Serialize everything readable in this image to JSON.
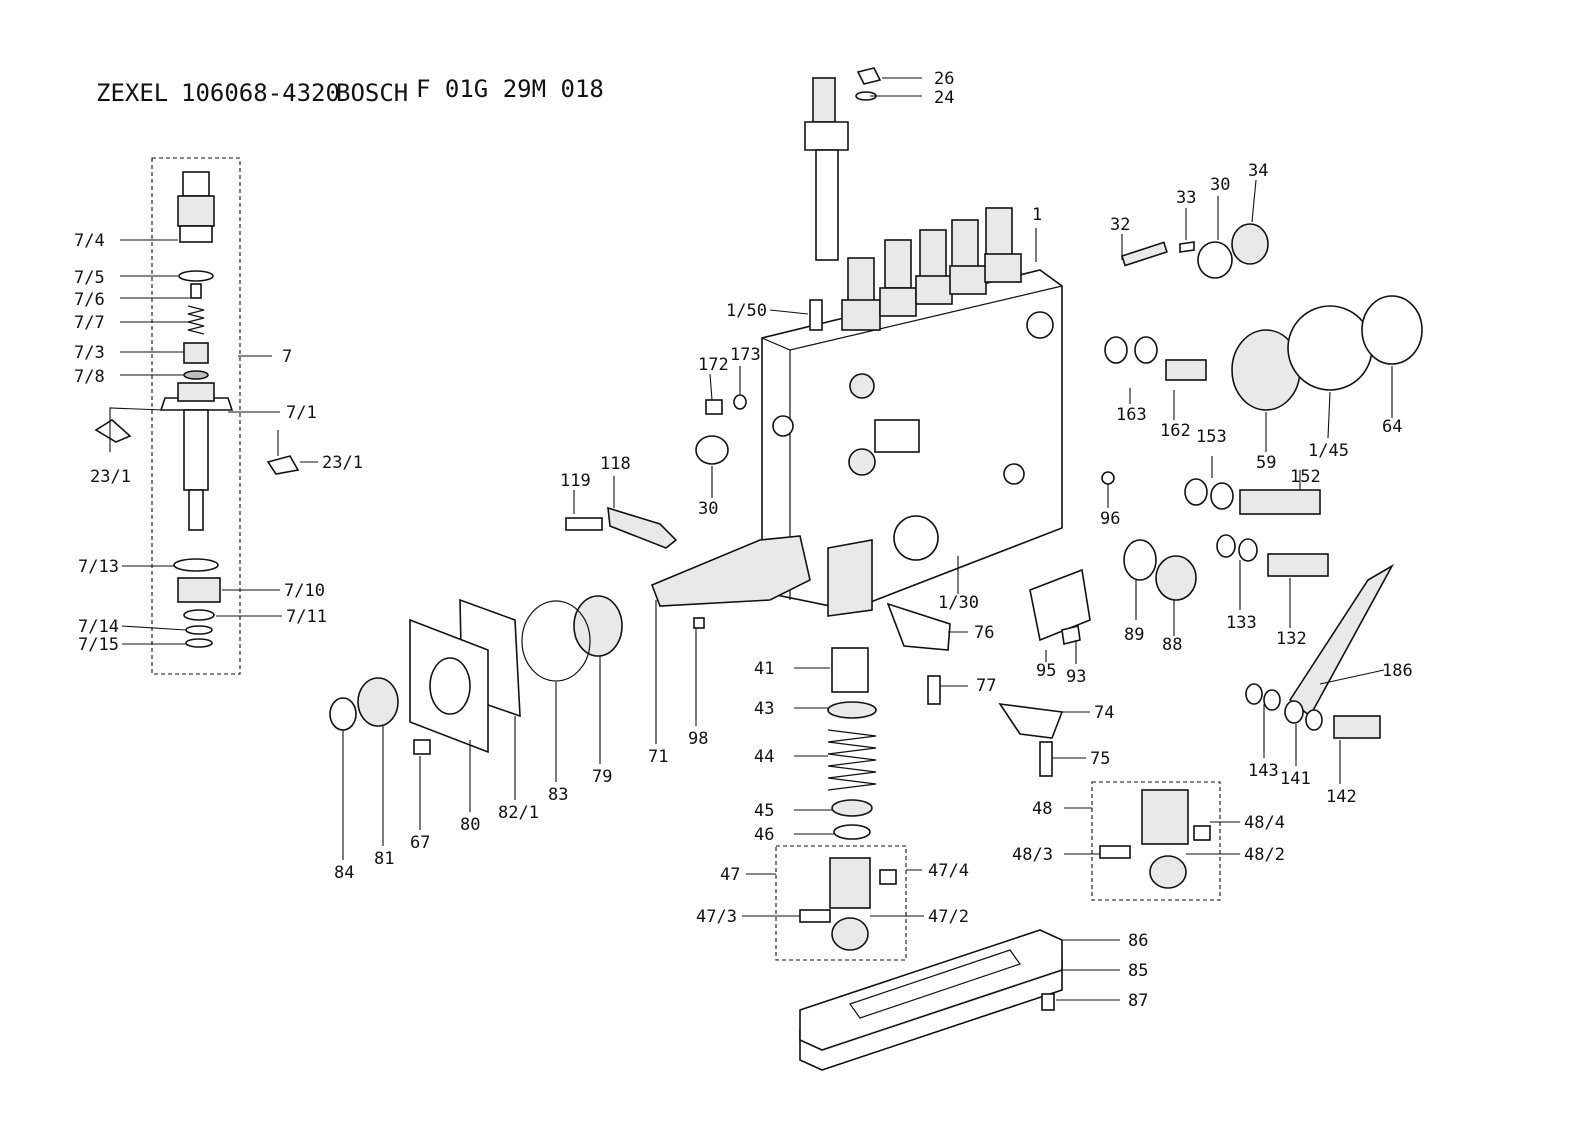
{
  "header": {
    "brand": "ZEXEL",
    "zexel_number": "106068-4320",
    "maker": "BOSCH",
    "bosch_number": "F 01G 29M 018"
  },
  "labels": [
    "26",
    "24",
    "1",
    "32",
    "33",
    "30",
    "34",
    "7/4",
    "7/5",
    "7/6",
    "7/7",
    "7/3",
    "7/8",
    "7",
    "7/1",
    "23/1",
    "23/1",
    "7/13",
    "7/10",
    "7/14",
    "7/11",
    "7/15",
    "1/50",
    "172",
    "173",
    "163",
    "162",
    "59",
    "1/45",
    "64",
    "153",
    "152",
    "30",
    "118",
    "119",
    "96",
    "1/30",
    "89",
    "88",
    "133",
    "132",
    "186",
    "76",
    "77",
    "93",
    "95",
    "74",
    "75",
    "41",
    "43",
    "44",
    "45",
    "46",
    "47",
    "47/4",
    "47/3",
    "47/2",
    "48",
    "48/4",
    "48/3",
    "48/2",
    "143",
    "141",
    "142",
    "84",
    "81",
    "67",
    "80",
    "82/1",
    "83",
    "79",
    "71",
    "98",
    "86",
    "85",
    "87"
  ]
}
